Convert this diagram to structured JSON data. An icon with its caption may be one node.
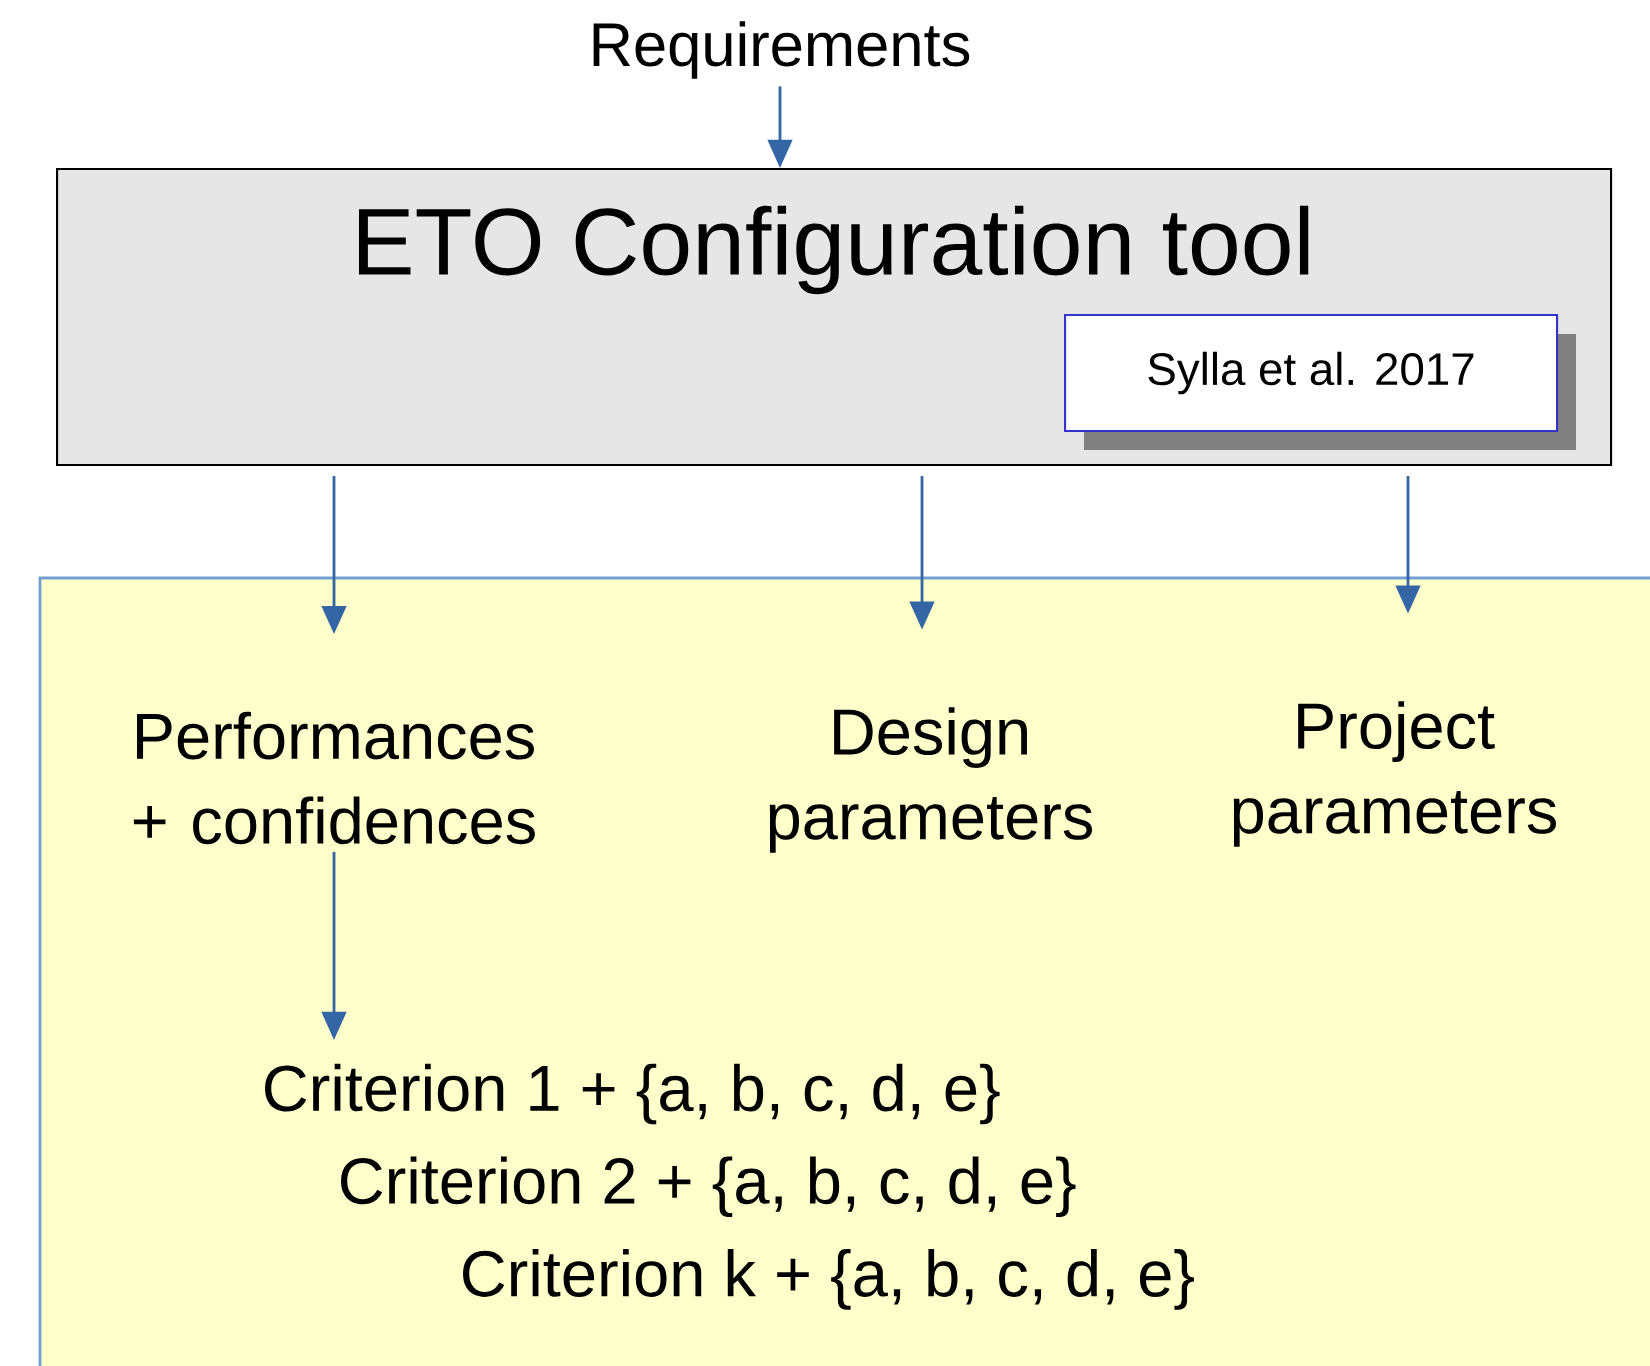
{
  "diagram": {
    "nodes": [
      {
        "text": [
          "Requirements"
        ]
      },
      {
        "text": [
          "ETO Configuration tool"
        ]
      },
      {
        "text": [
          "Sylla et al. 2017"
        ],
        "in": 1
      },
      {
        "text": [],
        "shape": "box"
      },
      {
        "text": [
          "Performances + confidences"
        ],
        "in": 3
      },
      {
        "text": [
          "Design parameters"
        ],
        "in": 3
      },
      {
        "text": [
          "Project parameters"
        ],
        "in": 3
      },
      {
        "text": [
          "Criterion 1 + {a, b, c, d, e}",
          "Criterion 2 + {a, b, c, d, e}",
          "Criterion k + {a, b, c, d, e}"
        ],
        "in": 3
      }
    ],
    "edges": [
      {
        "from": 0,
        "to": 1,
        "arrow": "to"
      },
      {
        "from": 1,
        "to": 4,
        "arrow": "to"
      },
      {
        "from": 1,
        "to": 5,
        "arrow": "to"
      },
      {
        "from": 1,
        "to": 6,
        "arrow": "to"
      },
      {
        "from": 4,
        "to": 7,
        "arrow": "to"
      }
    ]
  }
}
